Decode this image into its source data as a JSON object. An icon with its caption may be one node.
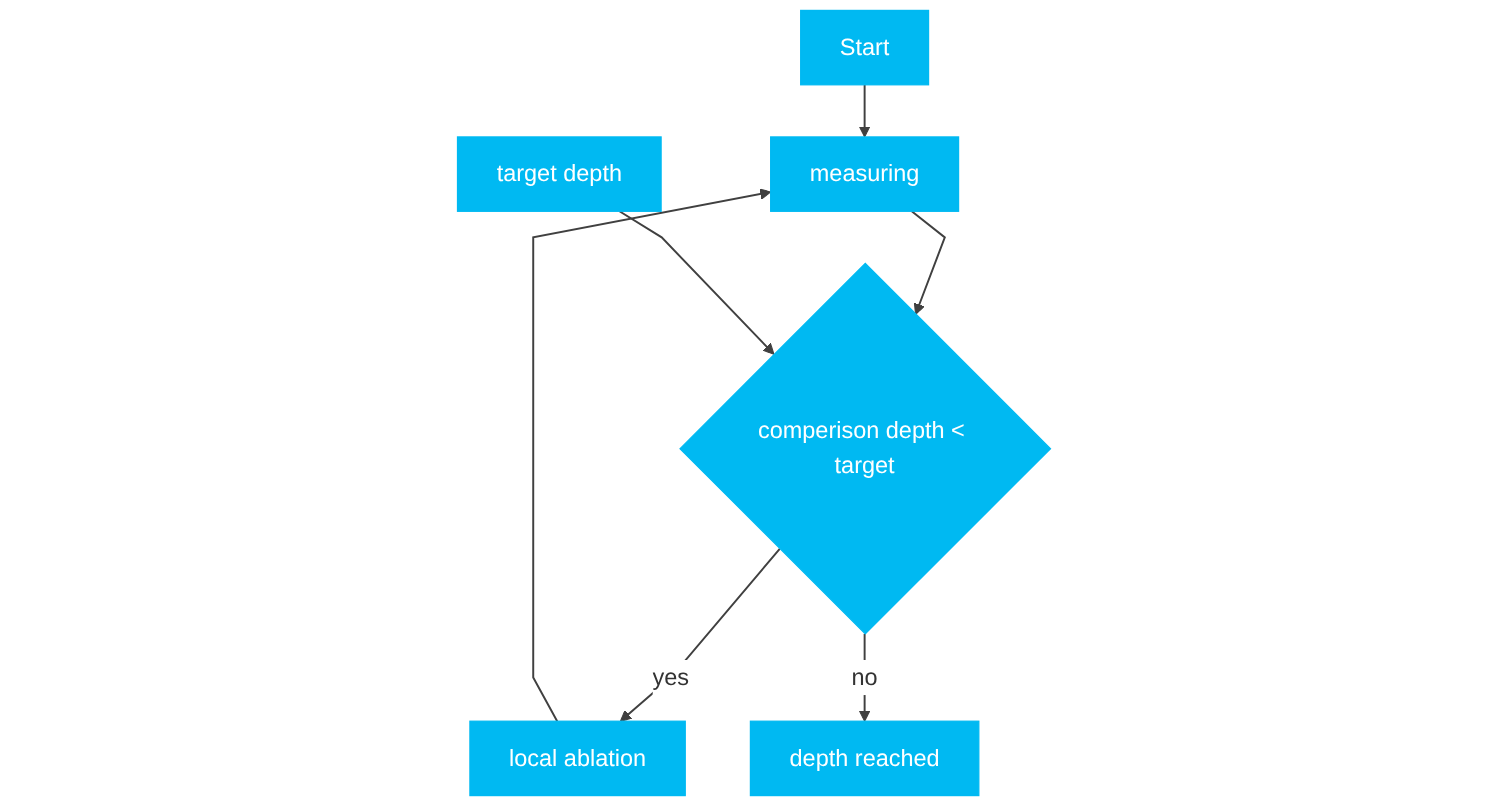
{
  "diagram": {
    "nodes": [
      {
        "text": [
          "Start"
        ]
      },
      {
        "text": [
          "measuring"
        ]
      },
      {
        "text": [
          "local ablation"
        ]
      },
      {
        "text": [
          "target depth"
        ]
      },
      {
        "text": [
          "comperison depth < target"
        ]
      },
      {
        "text": [
          "depth reached"
        ]
      }
    ],
    "edges": [
      {
        "from": 0,
        "to": 1,
        "arrow": "to"
      },
      {
        "from": 1,
        "to": 4,
        "arrow": "to"
      },
      {
        "from": 3,
        "to": 4,
        "arrow": "to"
      },
      {
        "from": 4,
        "to": 2,
        "arrow": "to",
        "label": "yes"
      },
      {
        "from": 2,
        "to": 1,
        "arrow": "to"
      },
      {
        "from": 4,
        "to": 5,
        "arrow": "to",
        "label": "no"
      }
    ]
  }
}
